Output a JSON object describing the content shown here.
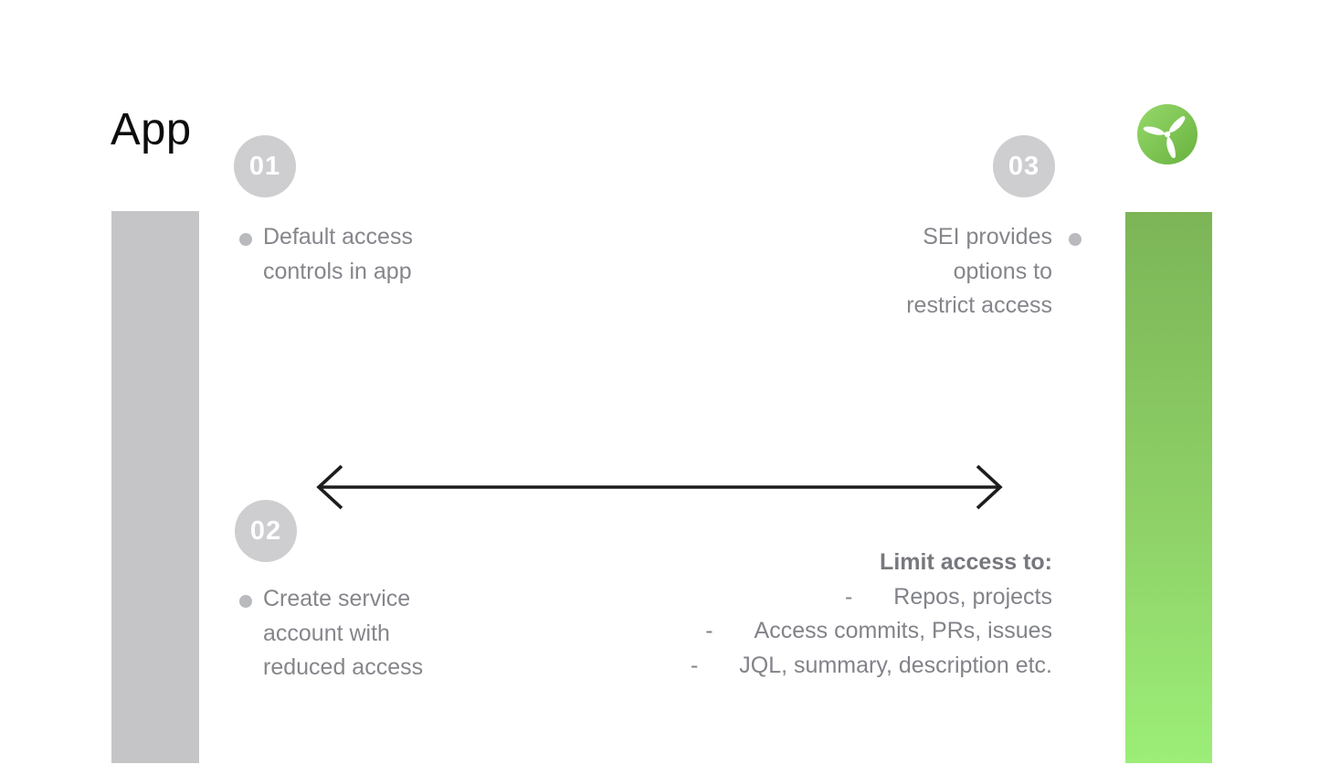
{
  "title": "App",
  "steps": [
    {
      "number": "01",
      "text": "Default access\ncontrols in app"
    },
    {
      "number": "02",
      "text": "Create service\naccount with\nreduced access"
    },
    {
      "number": "03",
      "text": "SEI provides\noptions to\nrestrict access"
    }
  ],
  "limit_list": {
    "title": "Limit access to:",
    "dash": "-",
    "items": [
      "Repos, projects",
      "Access commits, PRs, issues",
      "JQL, summary, description etc."
    ]
  },
  "icons": {
    "logo": "propeller-logo"
  },
  "colors": {
    "background": "#ffffff",
    "left_bar": "#c5c5c7",
    "green_bar_top": "#7cb557",
    "green_bar_bottom": "#9cee78",
    "step_circle": "#cecdd0",
    "step_circle_text": "#ffffff",
    "step_text": "#85868b",
    "bullet": "#b9babd",
    "limit_title": "#77787d",
    "arrow": "#1d1d1f",
    "logo_green_light": "#95d96b",
    "logo_green_dark": "#69b23f"
  }
}
